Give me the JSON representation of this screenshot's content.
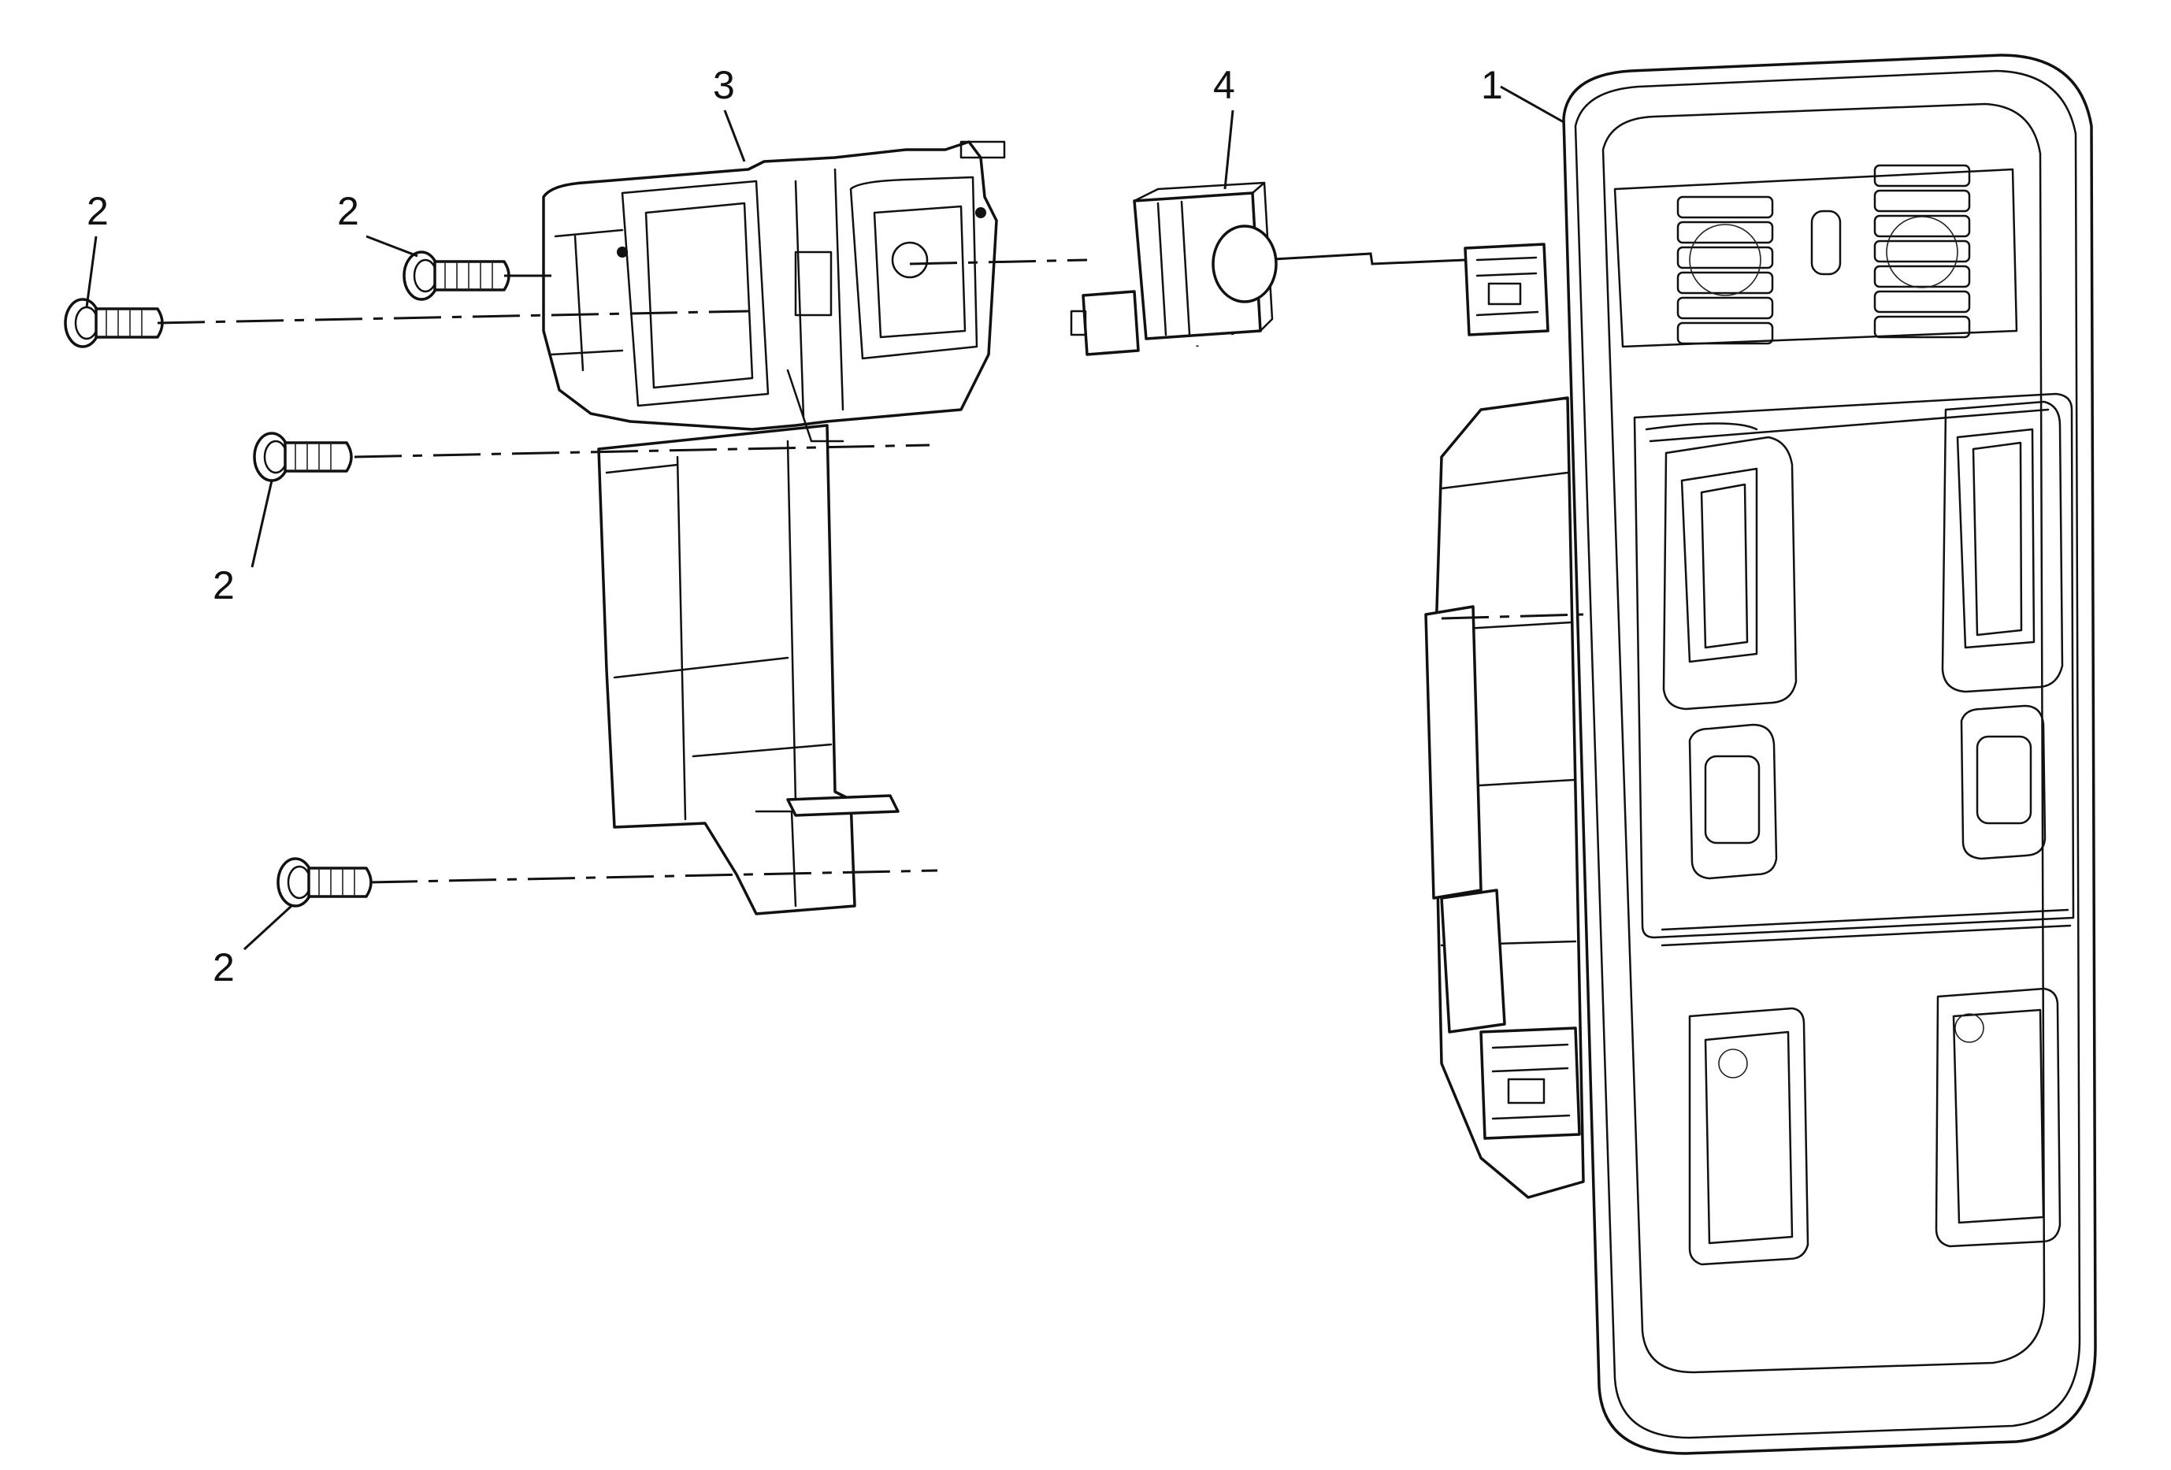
{
  "callouts": [
    {
      "id": "1",
      "label": "1"
    },
    {
      "id": "2a",
      "label": "2"
    },
    {
      "id": "2b",
      "label": "2"
    },
    {
      "id": "2c",
      "label": "2"
    },
    {
      "id": "2d",
      "label": "2"
    },
    {
      "id": "3",
      "label": "3"
    },
    {
      "id": "4",
      "label": "4"
    }
  ]
}
